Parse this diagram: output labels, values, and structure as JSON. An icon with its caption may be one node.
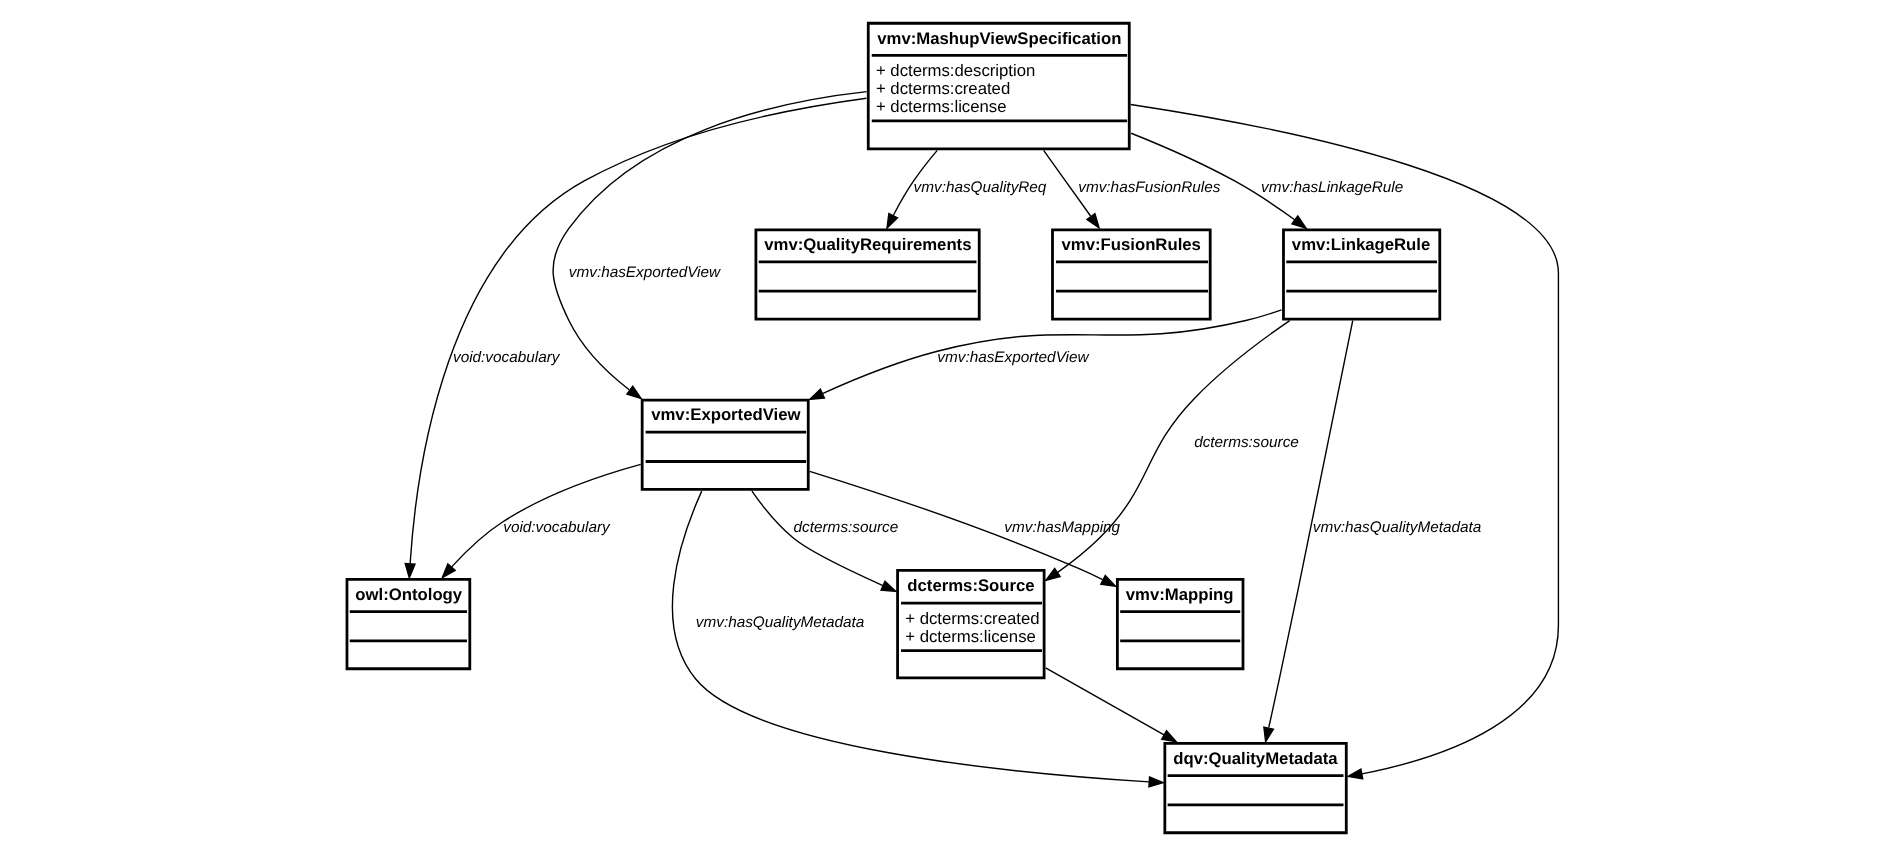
{
  "diagram": {
    "nodes": [
      {
        "text": [
          "owl:Ontology"
        ]
      },
      {
        "text": [
          "vmv:ExportedView"
        ]
      },
      {
        "text": [
          "vmv:Mapping"
        ]
      },
      {
        "text": [
          "vmv:MashupViewSpecification",
          "+ dcterms:description",
          "+ dcterms:created",
          "+ dcterms:license"
        ]
      },
      {
        "text": [
          "vmv:QualityRequirements"
        ]
      },
      {
        "text": [
          "dcterms:Source",
          "+ dcterms:created",
          "+ dcterms:license"
        ]
      },
      {
        "text": [
          "vmv:FusionRules"
        ]
      },
      {
        "text": [
          "vmv:LinkageRule"
        ]
      },
      {
        "text": [
          "dqv:QualityMetadata"
        ]
      }
    ],
    "edges": [
      {
        "from": 1,
        "to": 0,
        "arrow": "to",
        "label": "void:vocabulary"
      },
      {
        "from": 3,
        "to": 0,
        "arrow": "to",
        "label": "void:vocabulary"
      },
      {
        "from": 3,
        "to": 1,
        "arrow": "to",
        "label": "vmv:hasExportedView"
      },
      {
        "from": 1,
        "to": 8,
        "arrow": "to",
        "label": "vmv:hasQualityMetadata"
      },
      {
        "from": 1,
        "to": 2,
        "arrow": "to",
        "label": "vmv:hasMapping"
      },
      {
        "from": 1,
        "to": 5,
        "arrow": "to",
        "label": "dcterms:source"
      },
      {
        "from": 3,
        "to": 4,
        "arrow": "to",
        "label": "vmv:hasQualityReq"
      },
      {
        "from": 7,
        "to": 1,
        "arrow": "to",
        "label": "vmv:hasExportedView"
      },
      {
        "from": 7,
        "to": 5,
        "arrow": "to",
        "label": "dcterms:source"
      },
      {
        "from": 3,
        "to": 7,
        "arrow": "to",
        "label": "vmv:hasLinkageRule"
      },
      {
        "from": 3,
        "to": 6,
        "arrow": "to",
        "label": "vmv:hasFusionRules"
      },
      {
        "from": 5,
        "to": 8,
        "arrow": "to"
      },
      {
        "from": 7,
        "to": 8,
        "arrow": "to",
        "label": "vmv:hasQualityMetadata"
      },
      {
        "from": 3,
        "to": 8,
        "arrow": "to"
      }
    ]
  }
}
